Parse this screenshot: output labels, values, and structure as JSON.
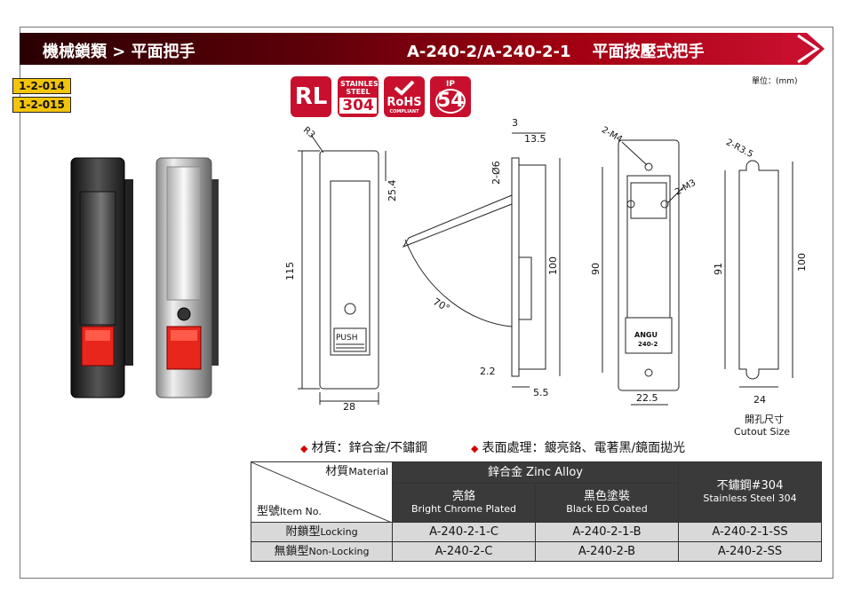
{
  "header": {
    "left": "機械鎖類 > 平面把手",
    "model": "A-240-2/A-240-2-1",
    "name": "平面按壓式把手"
  },
  "codes": [
    "1-2-014",
    "1-2-015"
  ],
  "unit": "單位：(mm)",
  "badges": {
    "rl": "RL",
    "stainless_top": "STAINLESS STEEL",
    "stainless_num": "304",
    "rohs": "RoHS",
    "rohs_sub": "COMPLIANT",
    "ip_label": "IP",
    "ip_num": "54"
  },
  "drawing": {
    "dims": {
      "r3": "R3",
      "d25_4": "25.4",
      "d115": "115",
      "d28": "28",
      "d3": "3",
      "d13_5": "13.5",
      "d2phi6": "2-Ø6",
      "d70": "70°",
      "d2_2": "2.2",
      "d5_5": "5.5",
      "d100a": "100",
      "d2m4": "2-M4",
      "d2m3": "2-M3",
      "d90": "90",
      "d22_5": "22.5",
      "d2r35": "2-R3.5",
      "d91": "91",
      "d100b": "100",
      "d24": "24"
    },
    "push": "PUSH",
    "angu": "ANGU",
    "angu_model": "240-2",
    "cutout_cn": "開孔尺寸",
    "cutout_en": "Cutout Size"
  },
  "specs": {
    "material": "材質：鋅合金/不鏽鋼",
    "finish": "表面處理：鍍亮鉻、電著黑/鏡面拋光"
  },
  "table": {
    "corner_top_cn": "材質",
    "corner_top_en": "Material",
    "corner_bottom_cn": "型號",
    "corner_bottom_en": "Item No.",
    "zinc": "鋅合金 Zinc Alloy",
    "chrome_cn": "亮鉻",
    "chrome_en": "Bright Chrome Plated",
    "black_cn": "黑色塗裝",
    "black_en": "Black ED Coated",
    "ss_cn": "不鏽鋼#304",
    "ss_en": "Stainless Steel 304",
    "rows": [
      {
        "label_cn": "附鎖型",
        "label_en": "Locking",
        "c1": "A-240-2-1-C",
        "c2": "A-240-2-1-B",
        "c3": "A-240-2-1-SS"
      },
      {
        "label_cn": "無鎖型",
        "label_en": "Non-Locking",
        "c1": "A-240-2-C",
        "c2": "A-240-2-B",
        "c3": "A-240-2-SS"
      }
    ]
  },
  "colors": {
    "banner": "#a10012",
    "accent": "#c8102e",
    "code_bg": "#f2c40c",
    "button_red": "#e8261c"
  }
}
